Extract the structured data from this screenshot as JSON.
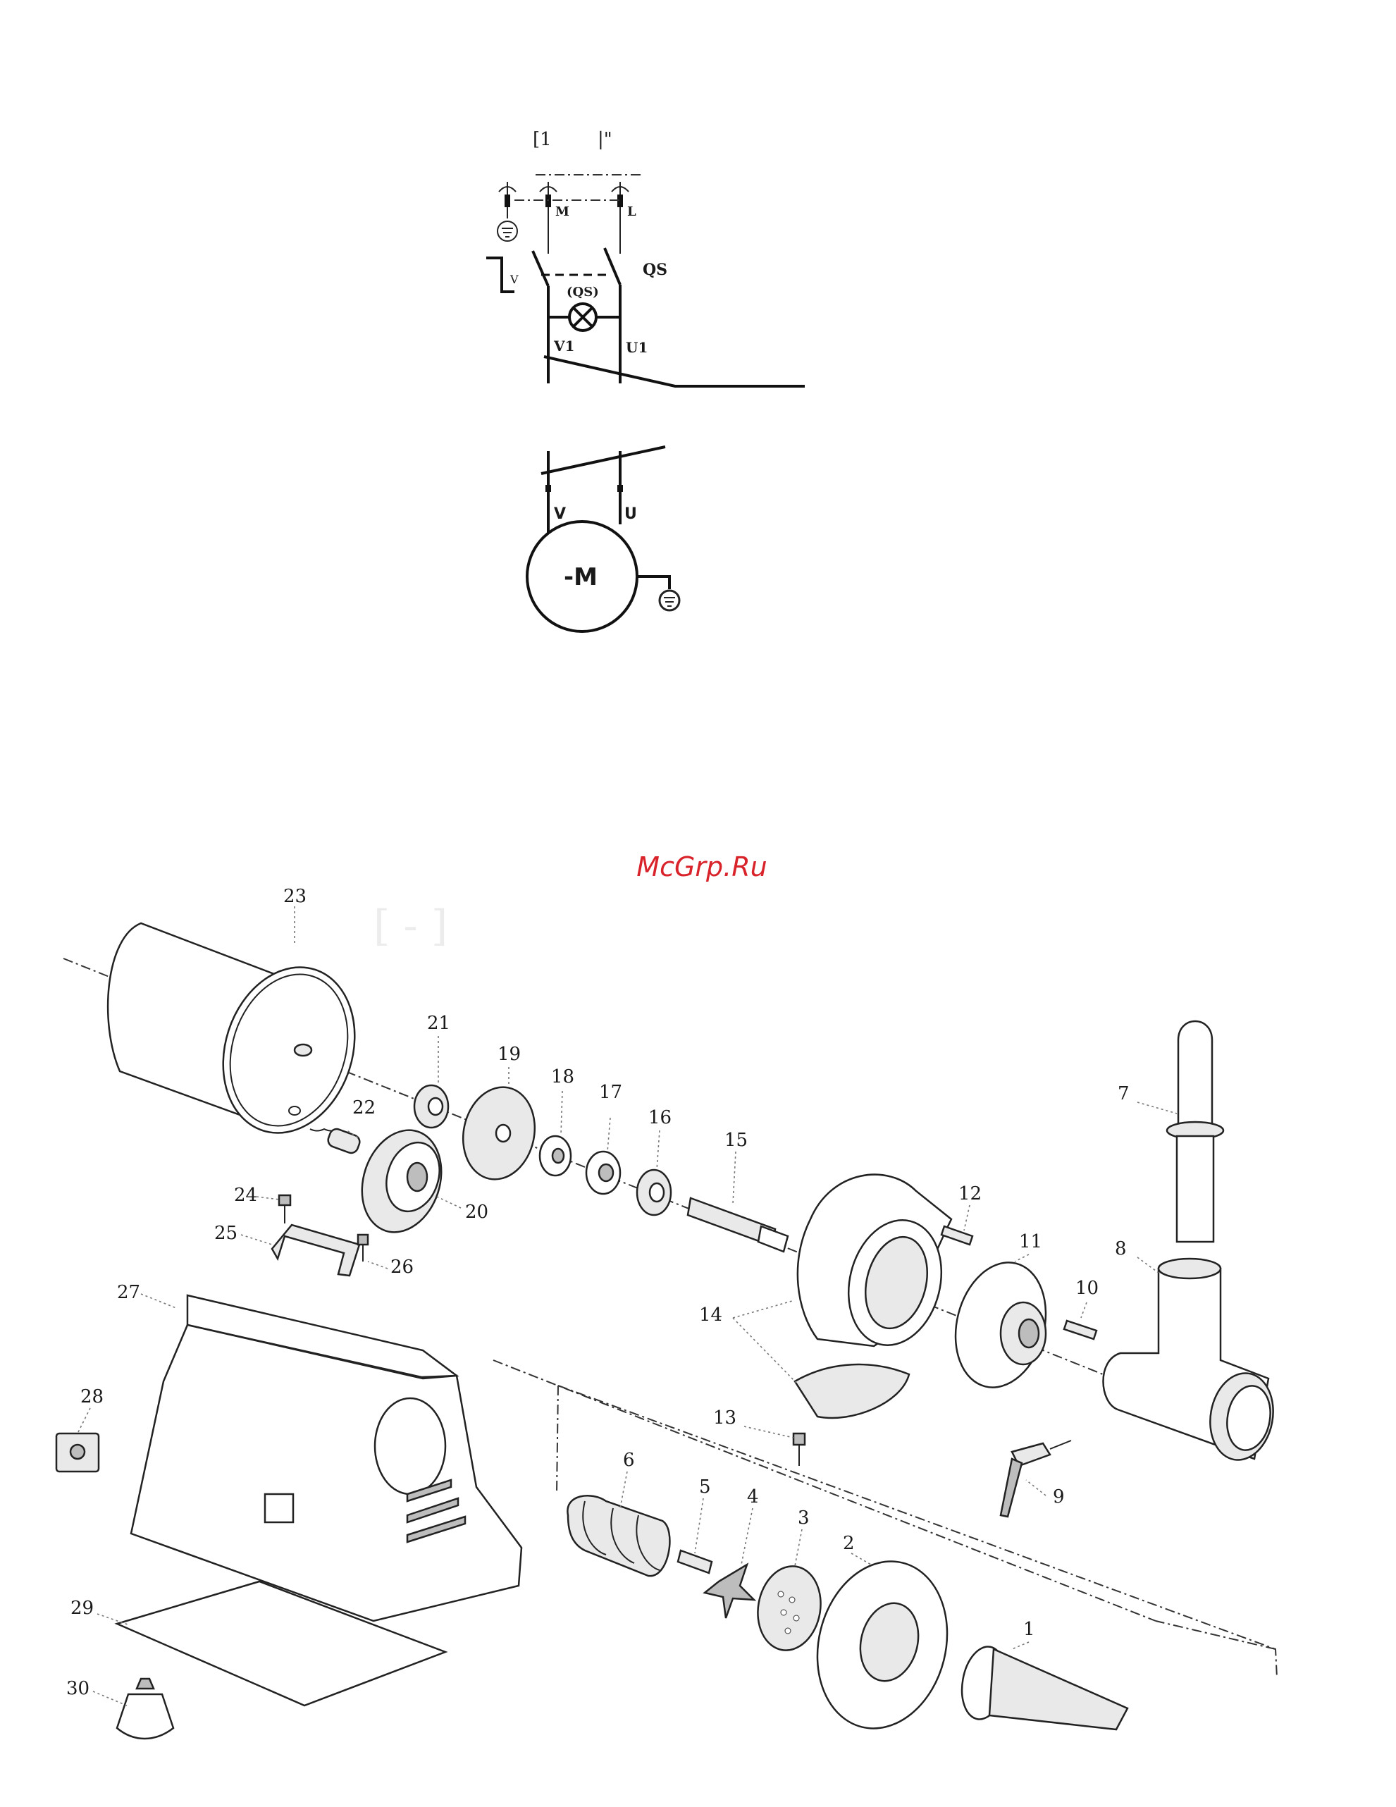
{
  "schematic": {
    "top_marks": [
      "[1",
      "|\""
    ],
    "terminal_labels": {
      "m": "M",
      "l": "L"
    },
    "switch_label": "QS",
    "switch_v_mark": "V",
    "lamp_label": "(QS)",
    "output_labels": {
      "v1": "V1",
      "u1": "U1"
    },
    "motor_terminals": {
      "v": "V",
      "u": "U"
    },
    "motor_label": "-M"
  },
  "watermark": "McGrp.Ru",
  "parts": [
    "1",
    "2",
    "3",
    "4",
    "5",
    "6",
    "7",
    "8",
    "9",
    "10",
    "11",
    "12",
    "13",
    "14",
    "15",
    "16",
    "17",
    "18",
    "19",
    "20",
    "21",
    "22",
    "23",
    "24",
    "25",
    "26",
    "27",
    "28",
    "29",
    "30"
  ],
  "colors": {
    "ink": "#111111",
    "watermark": "#d9232a",
    "paper": "#ffffff"
  }
}
